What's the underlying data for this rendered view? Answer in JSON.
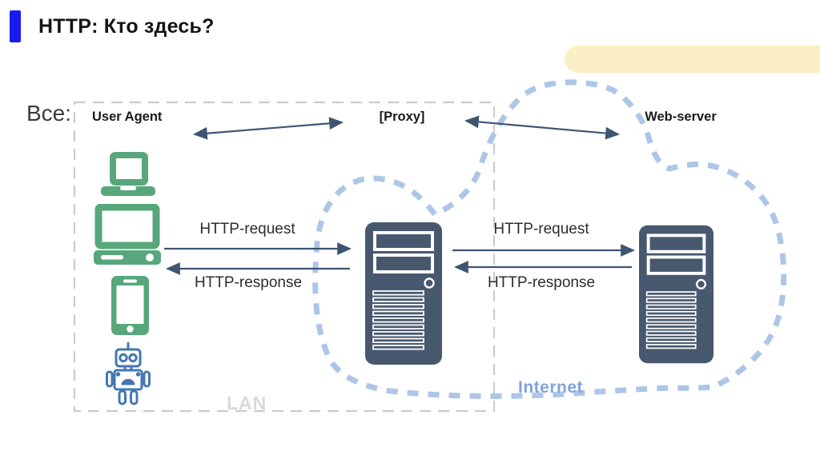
{
  "slide": {
    "title": "HTTP: Кто здесь?",
    "prefix_label": "Все:"
  },
  "nodes": {
    "user_agent": "User Agent",
    "proxy": "[Proxy]",
    "web_server": "Web-server"
  },
  "zones": {
    "lan": "LAN",
    "internet": "Internet"
  },
  "messages": {
    "request": "HTTP-request",
    "response": "HTTP-response"
  },
  "icons": {
    "clients": [
      "laptop-icon",
      "desktop-icon",
      "smartphone-icon",
      "robot-icon"
    ],
    "proxy": "server-tower-icon",
    "web_server": "server-tower-icon",
    "internet": "dashed-cloud-outline",
    "lan": "dashed-rect-boundary"
  },
  "colors": {
    "accent_blue": "#1A1AF0",
    "pill_yellow": "#FBEFC6",
    "client_green": "#57A77B",
    "server_slate": "#48596F",
    "arrow_slate": "#3E5571",
    "cloud_blue": "#ADC6E8",
    "lan_border_gray": "#CBCBCB",
    "lan_text_gray": "#D9D9D9",
    "internet_text_blue": "#7FA4DD",
    "robot_blue": "#4577B2",
    "title_black": "#141414"
  }
}
